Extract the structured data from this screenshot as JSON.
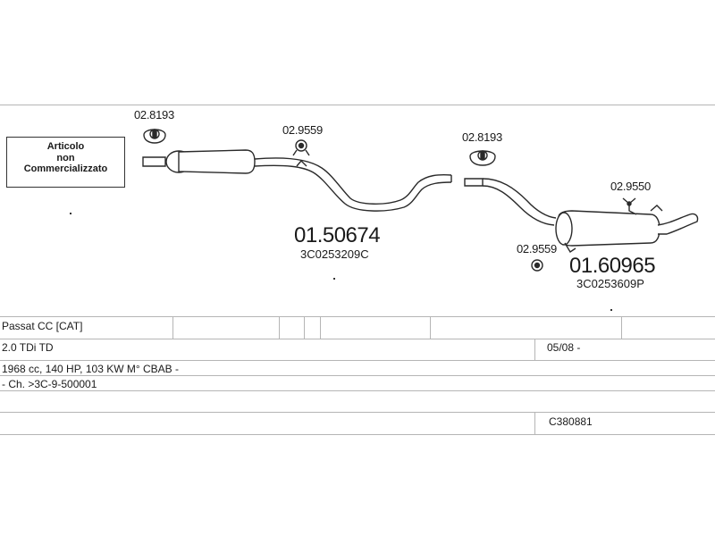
{
  "diagram": {
    "not_marketed_box": {
      "line1": "Articolo",
      "line2": "non",
      "line3": "Commercializzato"
    },
    "parts": [
      {
        "code": "02.8193"
      },
      {
        "code": "02.9559"
      },
      {
        "code": "02.8193"
      },
      {
        "code": "02.9550"
      },
      {
        "code": "02.9559"
      }
    ],
    "main_parts": [
      {
        "code": "01.50674",
        "oem": "3C0253209C"
      },
      {
        "code": "01.60965",
        "oem": "3C0253609P"
      }
    ]
  },
  "info_table": {
    "model": "Passat CC  [CAT]",
    "engine": "2.0 TDi TD",
    "date": "05/08 -",
    "specs": "1968 cc, 140 HP, 103 KW M° CBAB -",
    "chassis": "- Ch. >3C-9-500001",
    "kit_code": "C380881"
  },
  "colors": {
    "line": "#b5b5b5",
    "part": "#2a2a2a"
  }
}
